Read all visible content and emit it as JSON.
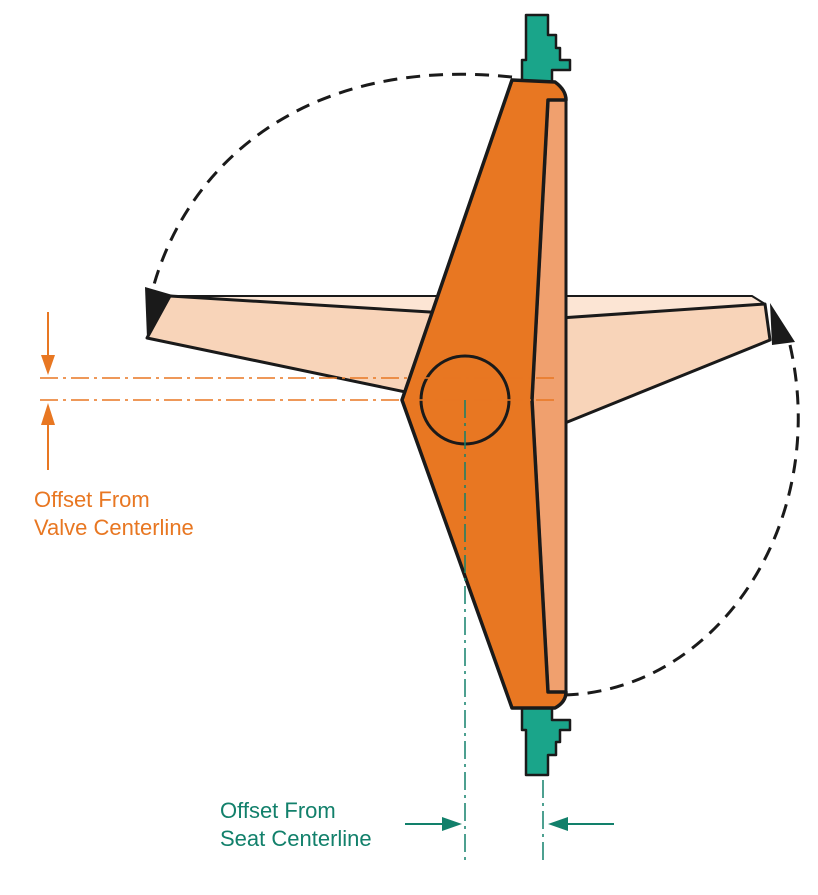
{
  "colors": {
    "disc_front": "#E87722",
    "disc_side": "#F0A06E",
    "disc_open_light": "#FCE5D4",
    "disc_open_mid": "#F8D4B9",
    "seat": "#1AA58A",
    "valve_offset": "#E87722",
    "seat_offset": "#12806B",
    "outline": "#1A1A1A"
  },
  "labels": {
    "valve_offset": {
      "line1": "Offset From",
      "line2": "Valve Centerline"
    },
    "seat_offset": {
      "line1": "Offset From",
      "line2": "Seat Centerline"
    }
  }
}
